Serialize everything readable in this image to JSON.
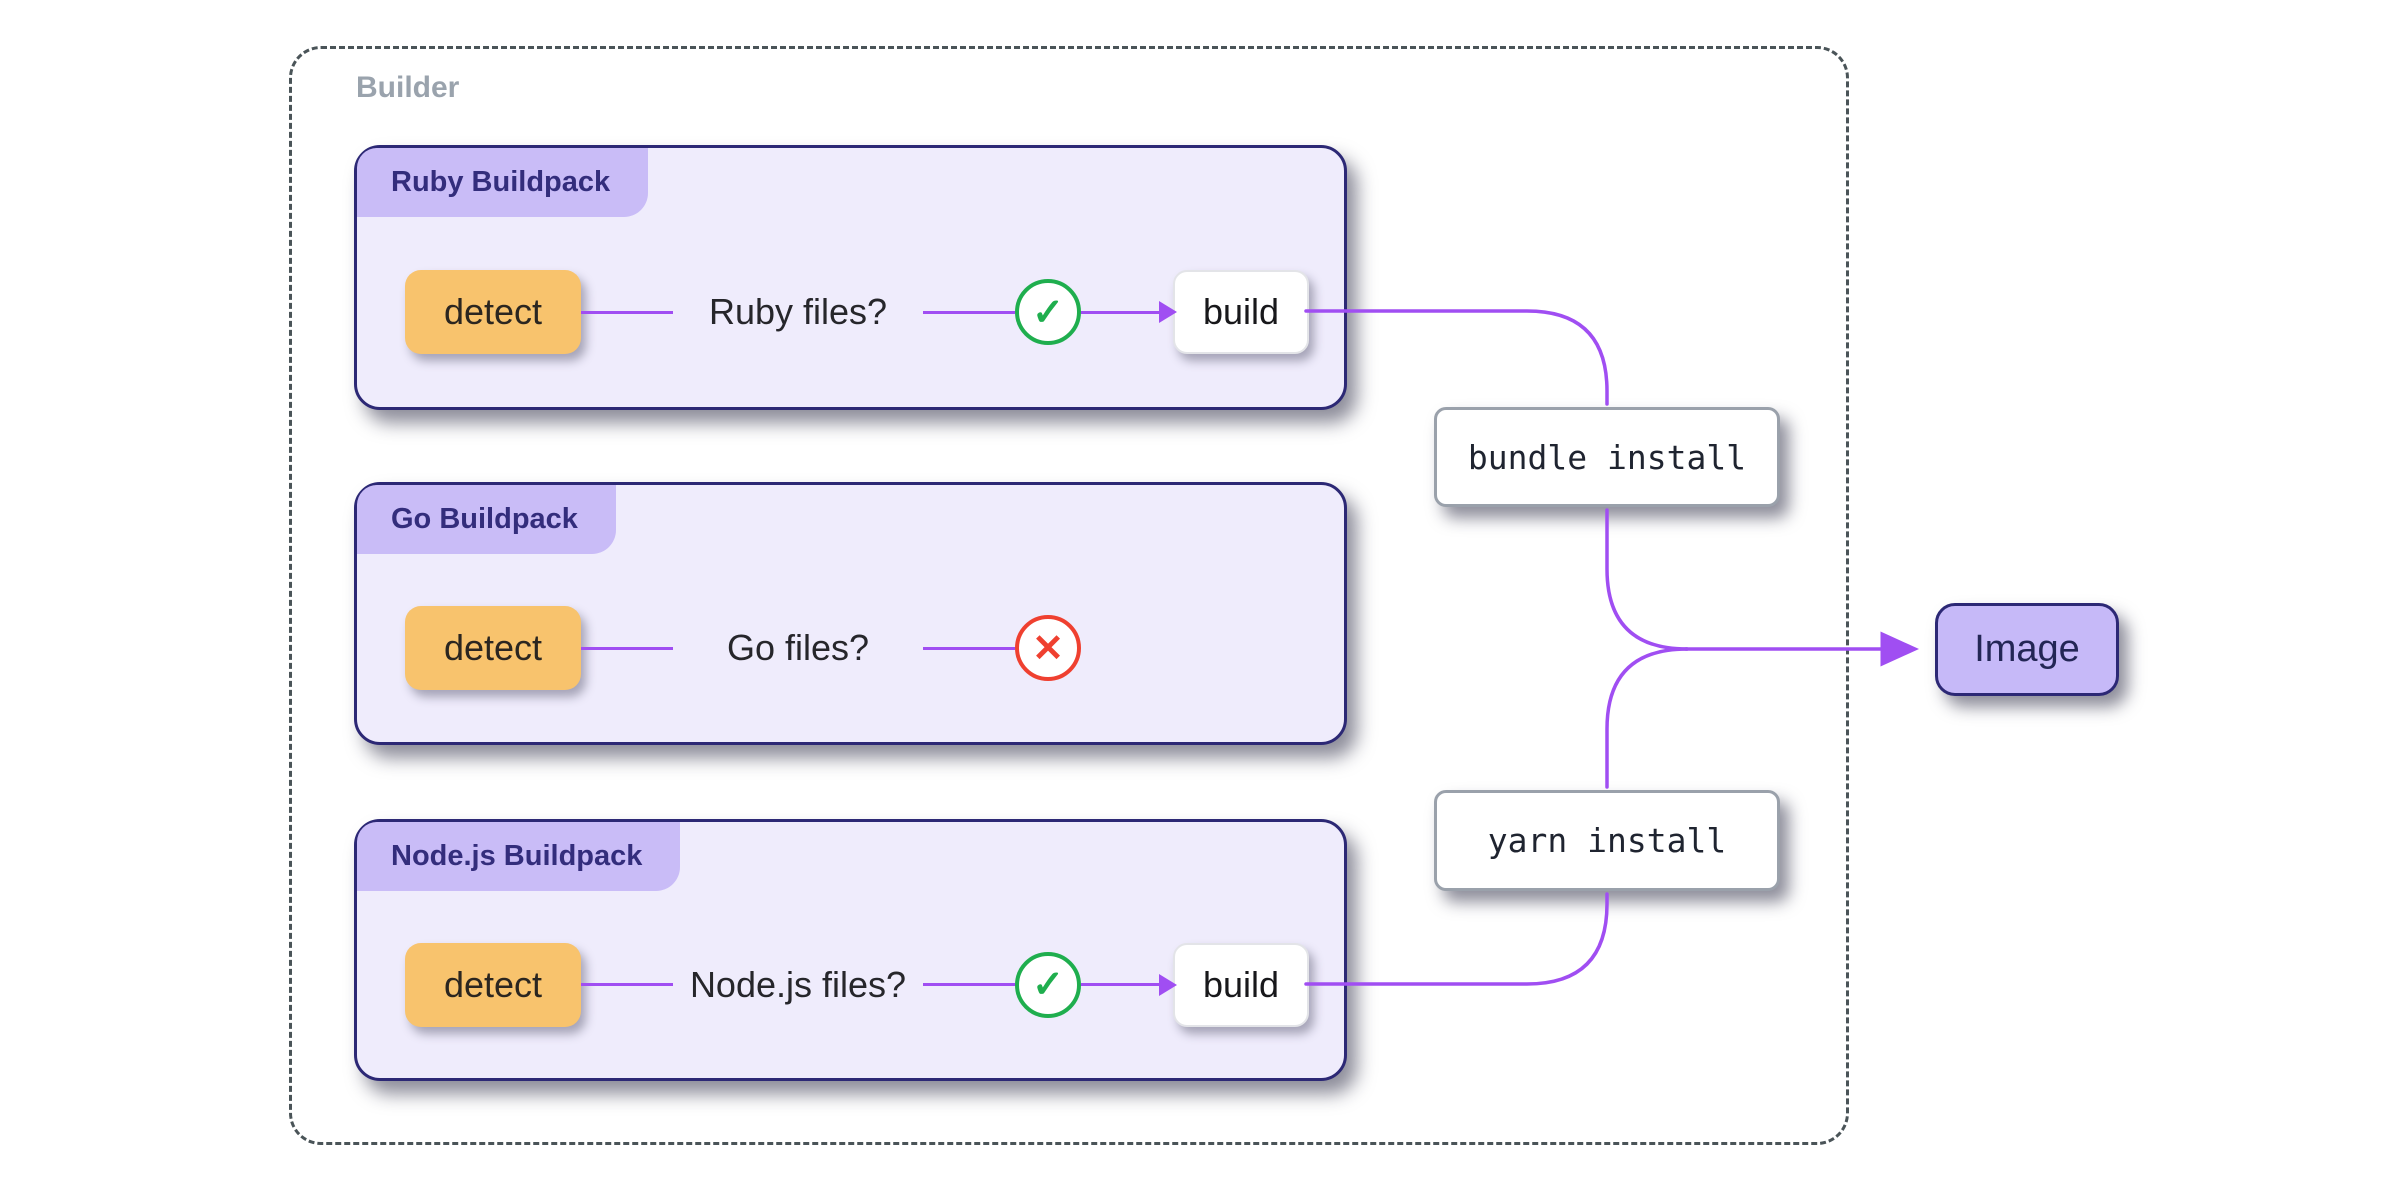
{
  "builder_label": "Builder",
  "buildpacks": [
    {
      "title": "Ruby Buildpack",
      "detect_label": "detect",
      "question": "Ruby files?",
      "result": "pass",
      "build_label": "build"
    },
    {
      "title": "Go Buildpack",
      "detect_label": "detect",
      "question": "Go files?",
      "result": "fail"
    },
    {
      "title": "Node.js Buildpack",
      "detect_label": "detect",
      "question": "Node.js files?",
      "result": "pass",
      "build_label": "build"
    }
  ],
  "commands": {
    "bundle": "bundle install",
    "yarn": "yarn install"
  },
  "image_label": "Image",
  "icons": {
    "pass_glyph": "✓",
    "fail_glyph": "✕"
  },
  "colors": {
    "connector_purple": "#a04ef2",
    "pass_green": "#1fae4e",
    "fail_red": "#ef4030",
    "card_border": "#2c2875",
    "card_bg": "#efecfc",
    "tab_bg": "#c9bcf7",
    "detect_bg": "#f8c36d",
    "image_bg": "#c6b9f8"
  }
}
